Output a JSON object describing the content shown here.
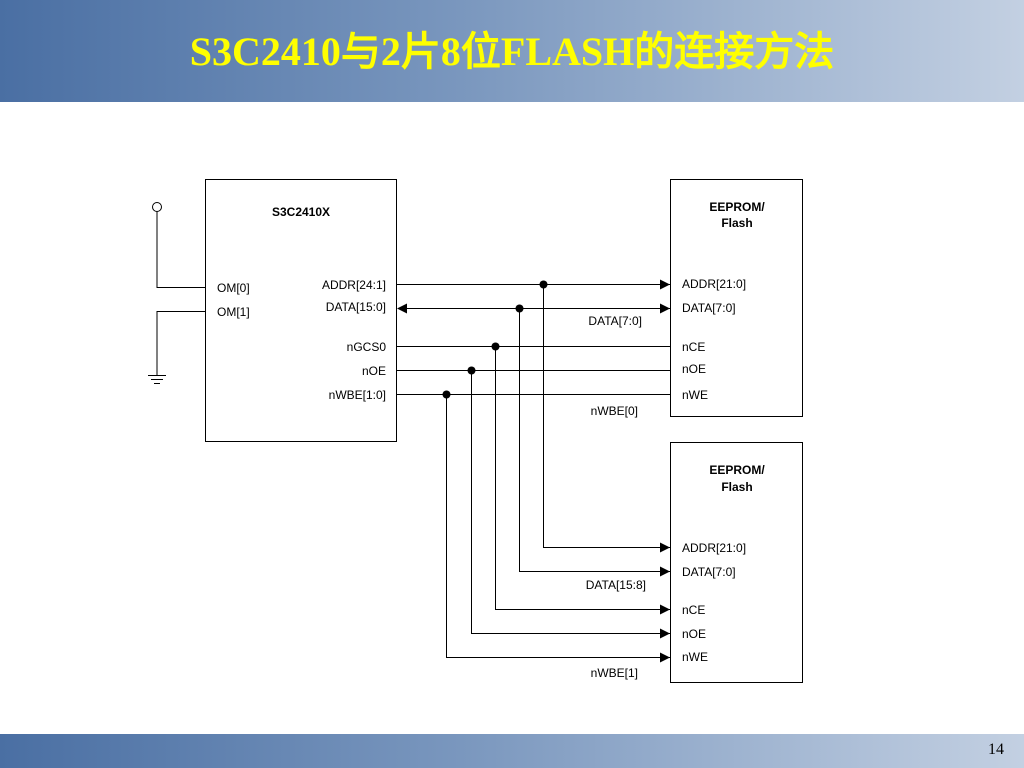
{
  "slide": {
    "title": "S3C2410与2片8位FLASH的连接方法",
    "page_number": "14"
  },
  "diagram": {
    "cpu": {
      "name": "S3C2410X",
      "left_pins": [
        "OM[0]",
        "OM[1]"
      ],
      "right_pins": [
        "ADDR[24:1]",
        "DATA[15:0]",
        "nGCS0",
        "nOE",
        "nWBE[1:0]"
      ]
    },
    "flash1": {
      "name_line1": "EEPROM/",
      "name_line2": "Flash",
      "pins": [
        "ADDR[21:0]",
        "DATA[7:0]",
        "nCE",
        "nOE",
        "nWE"
      ]
    },
    "flash2": {
      "name_line1": "EEPROM/",
      "name_line2": "Flash",
      "pins": [
        "ADDR[21:0]",
        "DATA[7:0]",
        "nCE",
        "nOE",
        "nWE"
      ]
    },
    "bus_labels": {
      "data_low": "DATA[7:0]",
      "wbe0": "nWBE[0]",
      "data_high": "DATA[15:8]",
      "wbe1": "nWBE[1]"
    }
  }
}
